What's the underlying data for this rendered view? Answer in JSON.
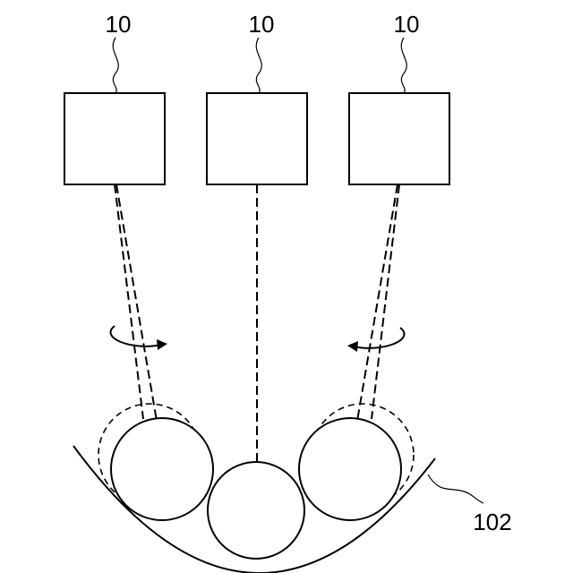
{
  "figure": {
    "devices": [
      {
        "ref": "10"
      },
      {
        "ref": "10"
      },
      {
        "ref": "10"
      }
    ],
    "container_ref": "102"
  }
}
